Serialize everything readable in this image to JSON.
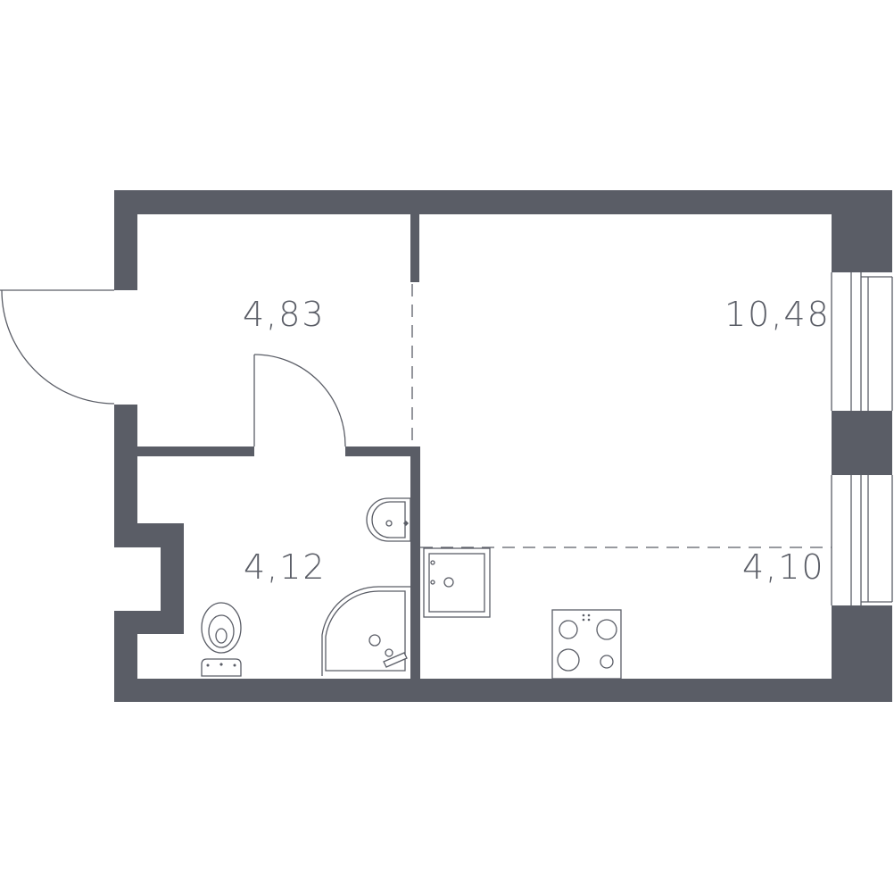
{
  "rooms": [
    {
      "id": "hallway",
      "area": "4,83"
    },
    {
      "id": "living",
      "area": "10,48"
    },
    {
      "id": "bathroom",
      "area": "4,12"
    },
    {
      "id": "kitchen",
      "area": "4,10"
    }
  ],
  "colors": {
    "wall": "#5a5d66",
    "background": "#ffffff"
  },
  "icons": [
    "door-swing-icon",
    "toilet-icon",
    "washbasin-icon",
    "shower-cabin-icon",
    "kitchen-sink-icon",
    "cooktop-icon",
    "window-icon"
  ]
}
